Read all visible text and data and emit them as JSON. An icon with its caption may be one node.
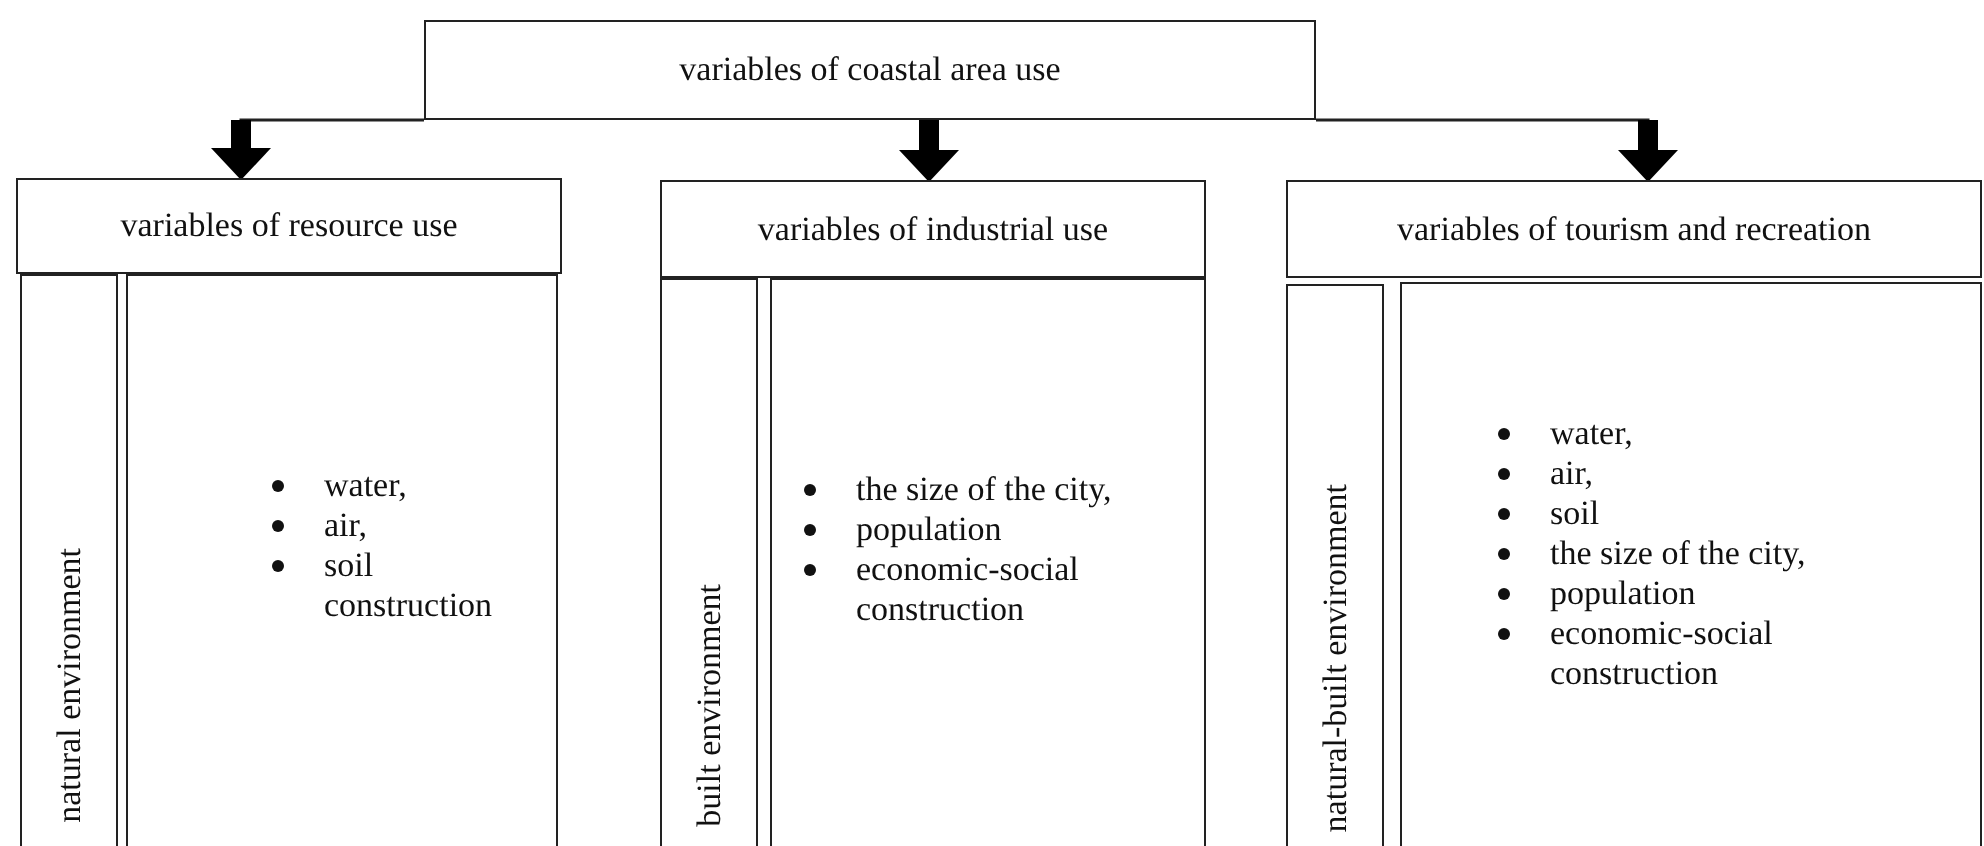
{
  "diagram": {
    "nodes": [
      {
        "text": [
          "variables of coastal area use"
        ]
      },
      {
        "text": [
          "variables of resource use"
        ]
      },
      {
        "text": [
          "natural environment"
        ]
      },
      {
        "text": [
          "water,",
          "air,",
          "soil construction"
        ]
      },
      {
        "text": [
          "variables of industrial use"
        ]
      },
      {
        "text": [
          "built environment"
        ]
      },
      {
        "text": [
          "the size of the city,",
          "population",
          "economic-social construction"
        ]
      },
      {
        "text": [
          "variables of tourism and recreation"
        ]
      },
      {
        "text": [
          "natural-built environment"
        ]
      },
      {
        "text": [
          "water,",
          "air,",
          "soil",
          "the size of the city,",
          "population",
          "economic-social construction"
        ]
      }
    ],
    "edges": [
      {
        "from": 0,
        "to": 1,
        "arrow": "to"
      },
      {
        "from": 0,
        "to": 4,
        "arrow": "to"
      },
      {
        "from": 0,
        "to": 7,
        "arrow": "to"
      }
    ]
  }
}
